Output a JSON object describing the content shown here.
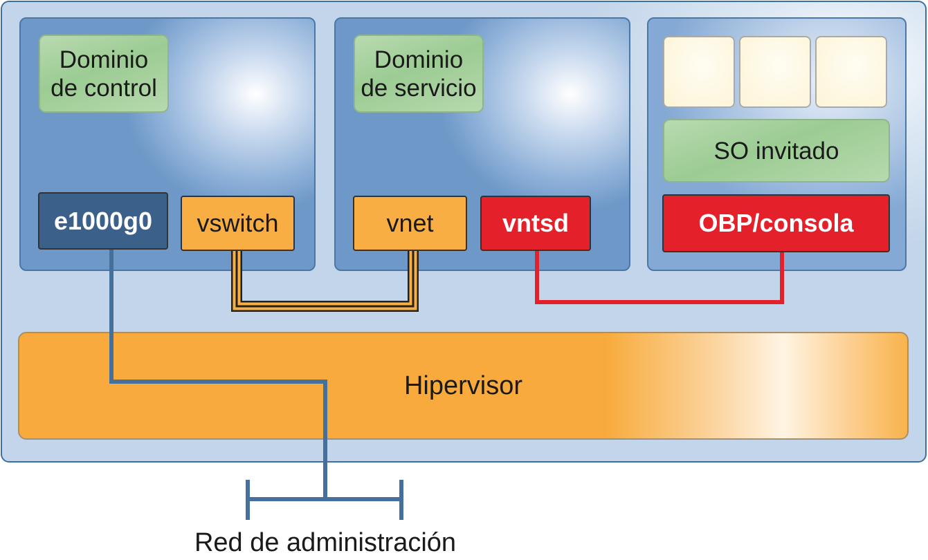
{
  "domains": {
    "control": {
      "label": "Dominio de control",
      "nic": "e1000g0",
      "switch": "vswitch"
    },
    "service": {
      "label": "Dominio de servicio",
      "vnet": "vnet",
      "console_daemon": "vntsd"
    },
    "guest": {
      "os_label": "SO invitado",
      "console": "OBP/consola"
    }
  },
  "hypervisor": {
    "label": "Hipervisor"
  },
  "network": {
    "label": "Red de administración"
  },
  "colors": {
    "orange": "#f8ae42",
    "red": "#e4202b",
    "navy": "#3b6089",
    "green": "#9ccc93",
    "blue_line": "#46709c"
  }
}
